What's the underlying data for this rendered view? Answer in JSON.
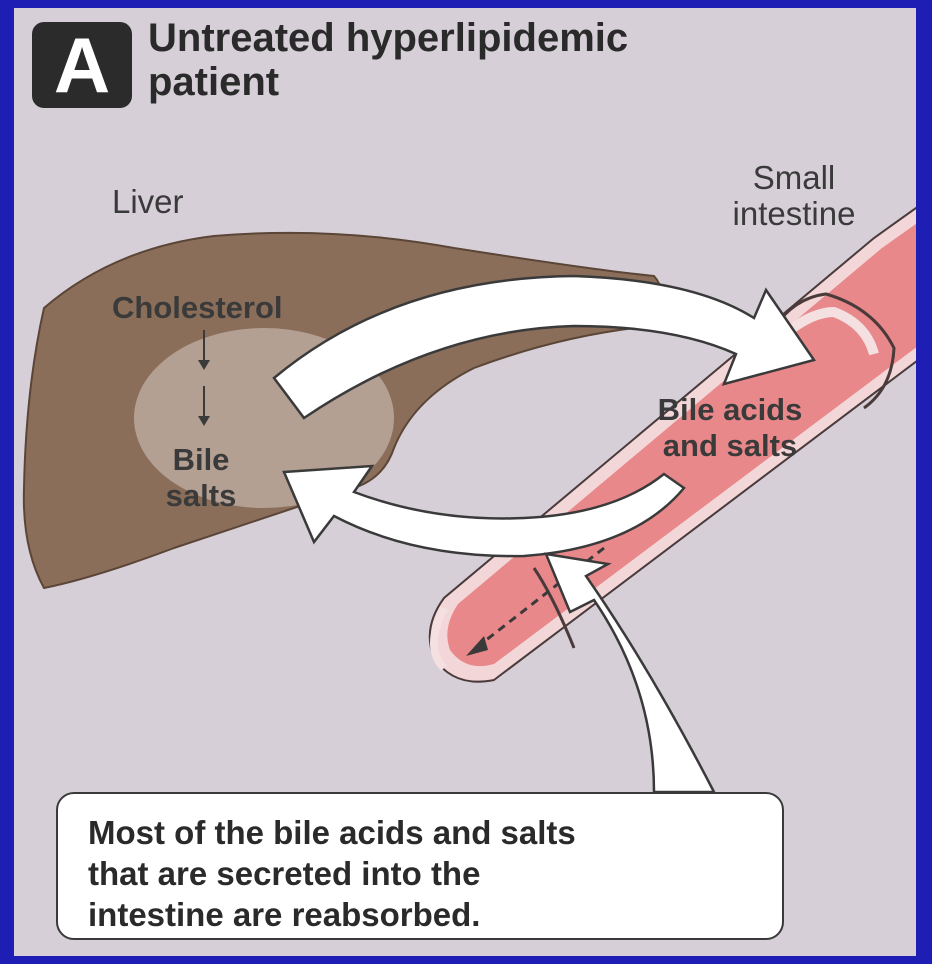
{
  "panel": {
    "letter": "A",
    "title_line1": "Untreated hyperlipidemic",
    "title_line2": "patient"
  },
  "labels": {
    "liver": "Liver",
    "small_intestine_line1": "Small",
    "small_intestine_line2": "intestine",
    "cholesterol": "Cholesterol",
    "bile_salts_line1": "Bile",
    "bile_salts_line2": "salts",
    "bile_acids_line1": "Bile acids",
    "bile_acids_line2": "and salts"
  },
  "caption": {
    "line1": "Most of the bile acids and salts",
    "line2": "that are secreted into the",
    "line3": "intestine are reabsorbed."
  },
  "colors": {
    "frame": "#1e1eb4",
    "background": "#d6cfd8",
    "liver": "#8a6e5a",
    "intestine": "#e8888a",
    "arrow_fill": "#ffffff"
  }
}
